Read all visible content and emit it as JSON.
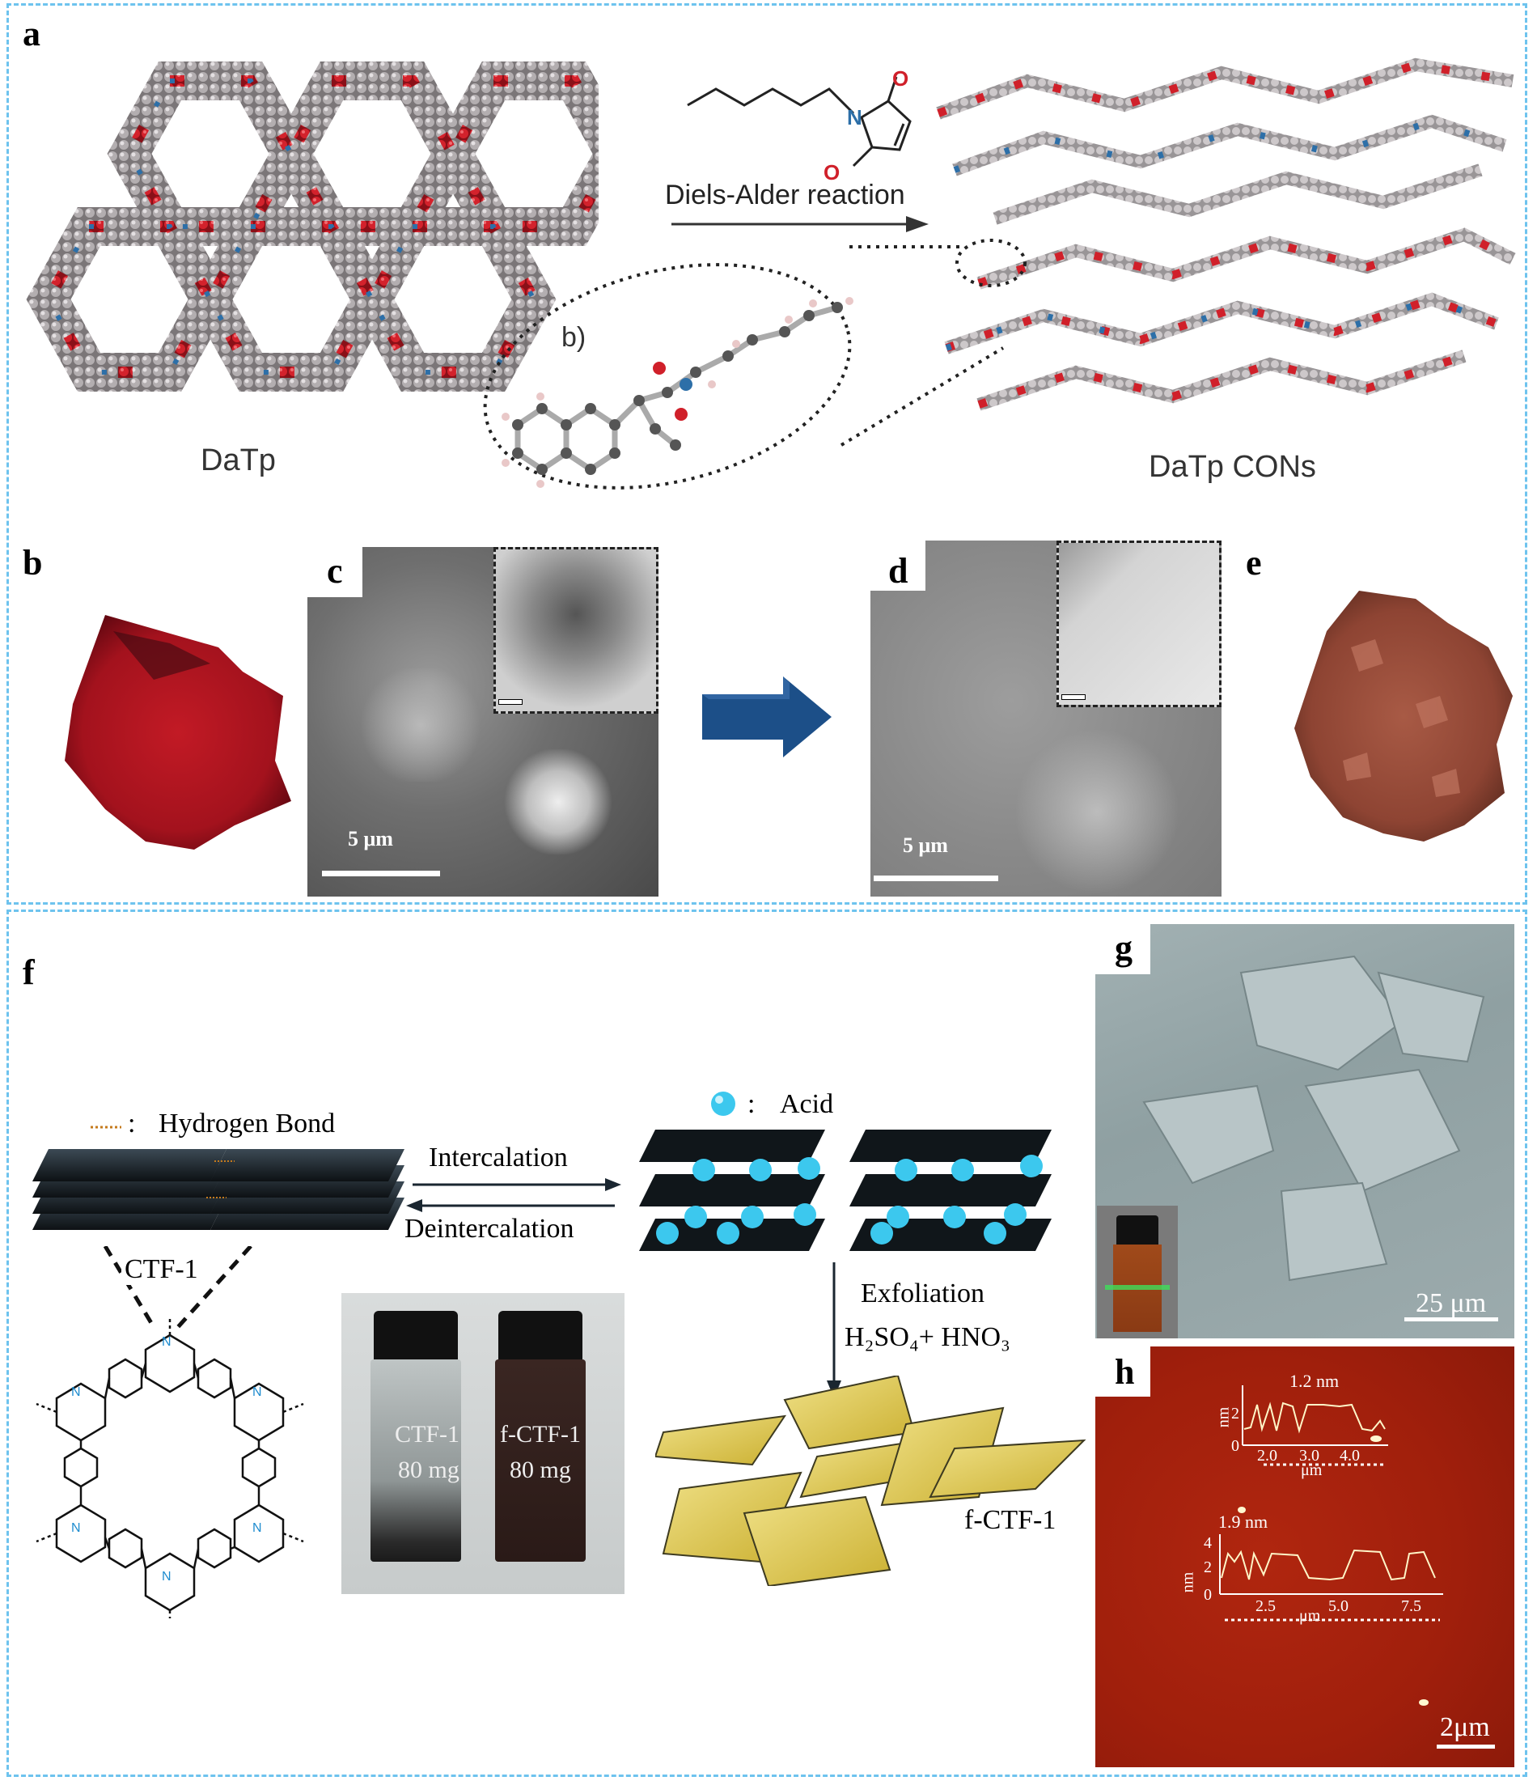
{
  "panels": {
    "a": "a",
    "b": "b",
    "c": "c",
    "d": "d",
    "e": "e",
    "f": "f",
    "g": "g",
    "h": "h"
  },
  "panel_a": {
    "reaction_label": "Diels-Alder reaction",
    "left_caption": "DaTp",
    "right_caption": "DaTp CONs",
    "inset_label": "b)",
    "atom_N": "N",
    "atom_O_top": "O",
    "atom_O_bottom": "O"
  },
  "panel_c": {
    "scale": "5 μm"
  },
  "panel_d": {
    "scale": "5 μm"
  },
  "panel_f": {
    "legend_bond": "Hydrogen Bond",
    "legend_acid": "Acid",
    "legend_colon": ":",
    "intercalation": "Intercalation",
    "deintercalation": "Deintercalation",
    "ctf_label": "CTF-1",
    "exfoliation": "Exfoliation",
    "acids": "H₂SO₄+ HNO₃",
    "product": "f-CTF-1",
    "vial_left_name": "CTF-1",
    "vial_left_mass": "80 mg",
    "vial_right_name": "f-CTF-1",
    "vial_right_mass": "80 mg",
    "triazine_N": "N"
  },
  "panel_g": {
    "scale": "25 μm"
  },
  "panel_h": {
    "scale": "2μm",
    "profile1": {
      "annotation": "1.2 nm",
      "ylabel": "nm",
      "yticks": [
        "2",
        "0"
      ],
      "xticks": [
        "2.0",
        "3.0",
        "4.0"
      ],
      "xlabel": "μm"
    },
    "profile2": {
      "annotation": "1.9 nm",
      "ylabel": "nm",
      "yticks": [
        "4",
        "2",
        "0"
      ],
      "xticks": [
        "2.5",
        "5.0",
        "7.5"
      ],
      "xlabel": "μm"
    }
  },
  "colors": {
    "frame": "#6ec3ee",
    "oxygen": "#d0202a",
    "nitrogen": "#2d6fa8",
    "carbon": "#8e8a8c",
    "acid": "#3cc8ee",
    "sheet": "#1c2228",
    "flake": "#d8c24a",
    "afm": "#a8200f"
  }
}
